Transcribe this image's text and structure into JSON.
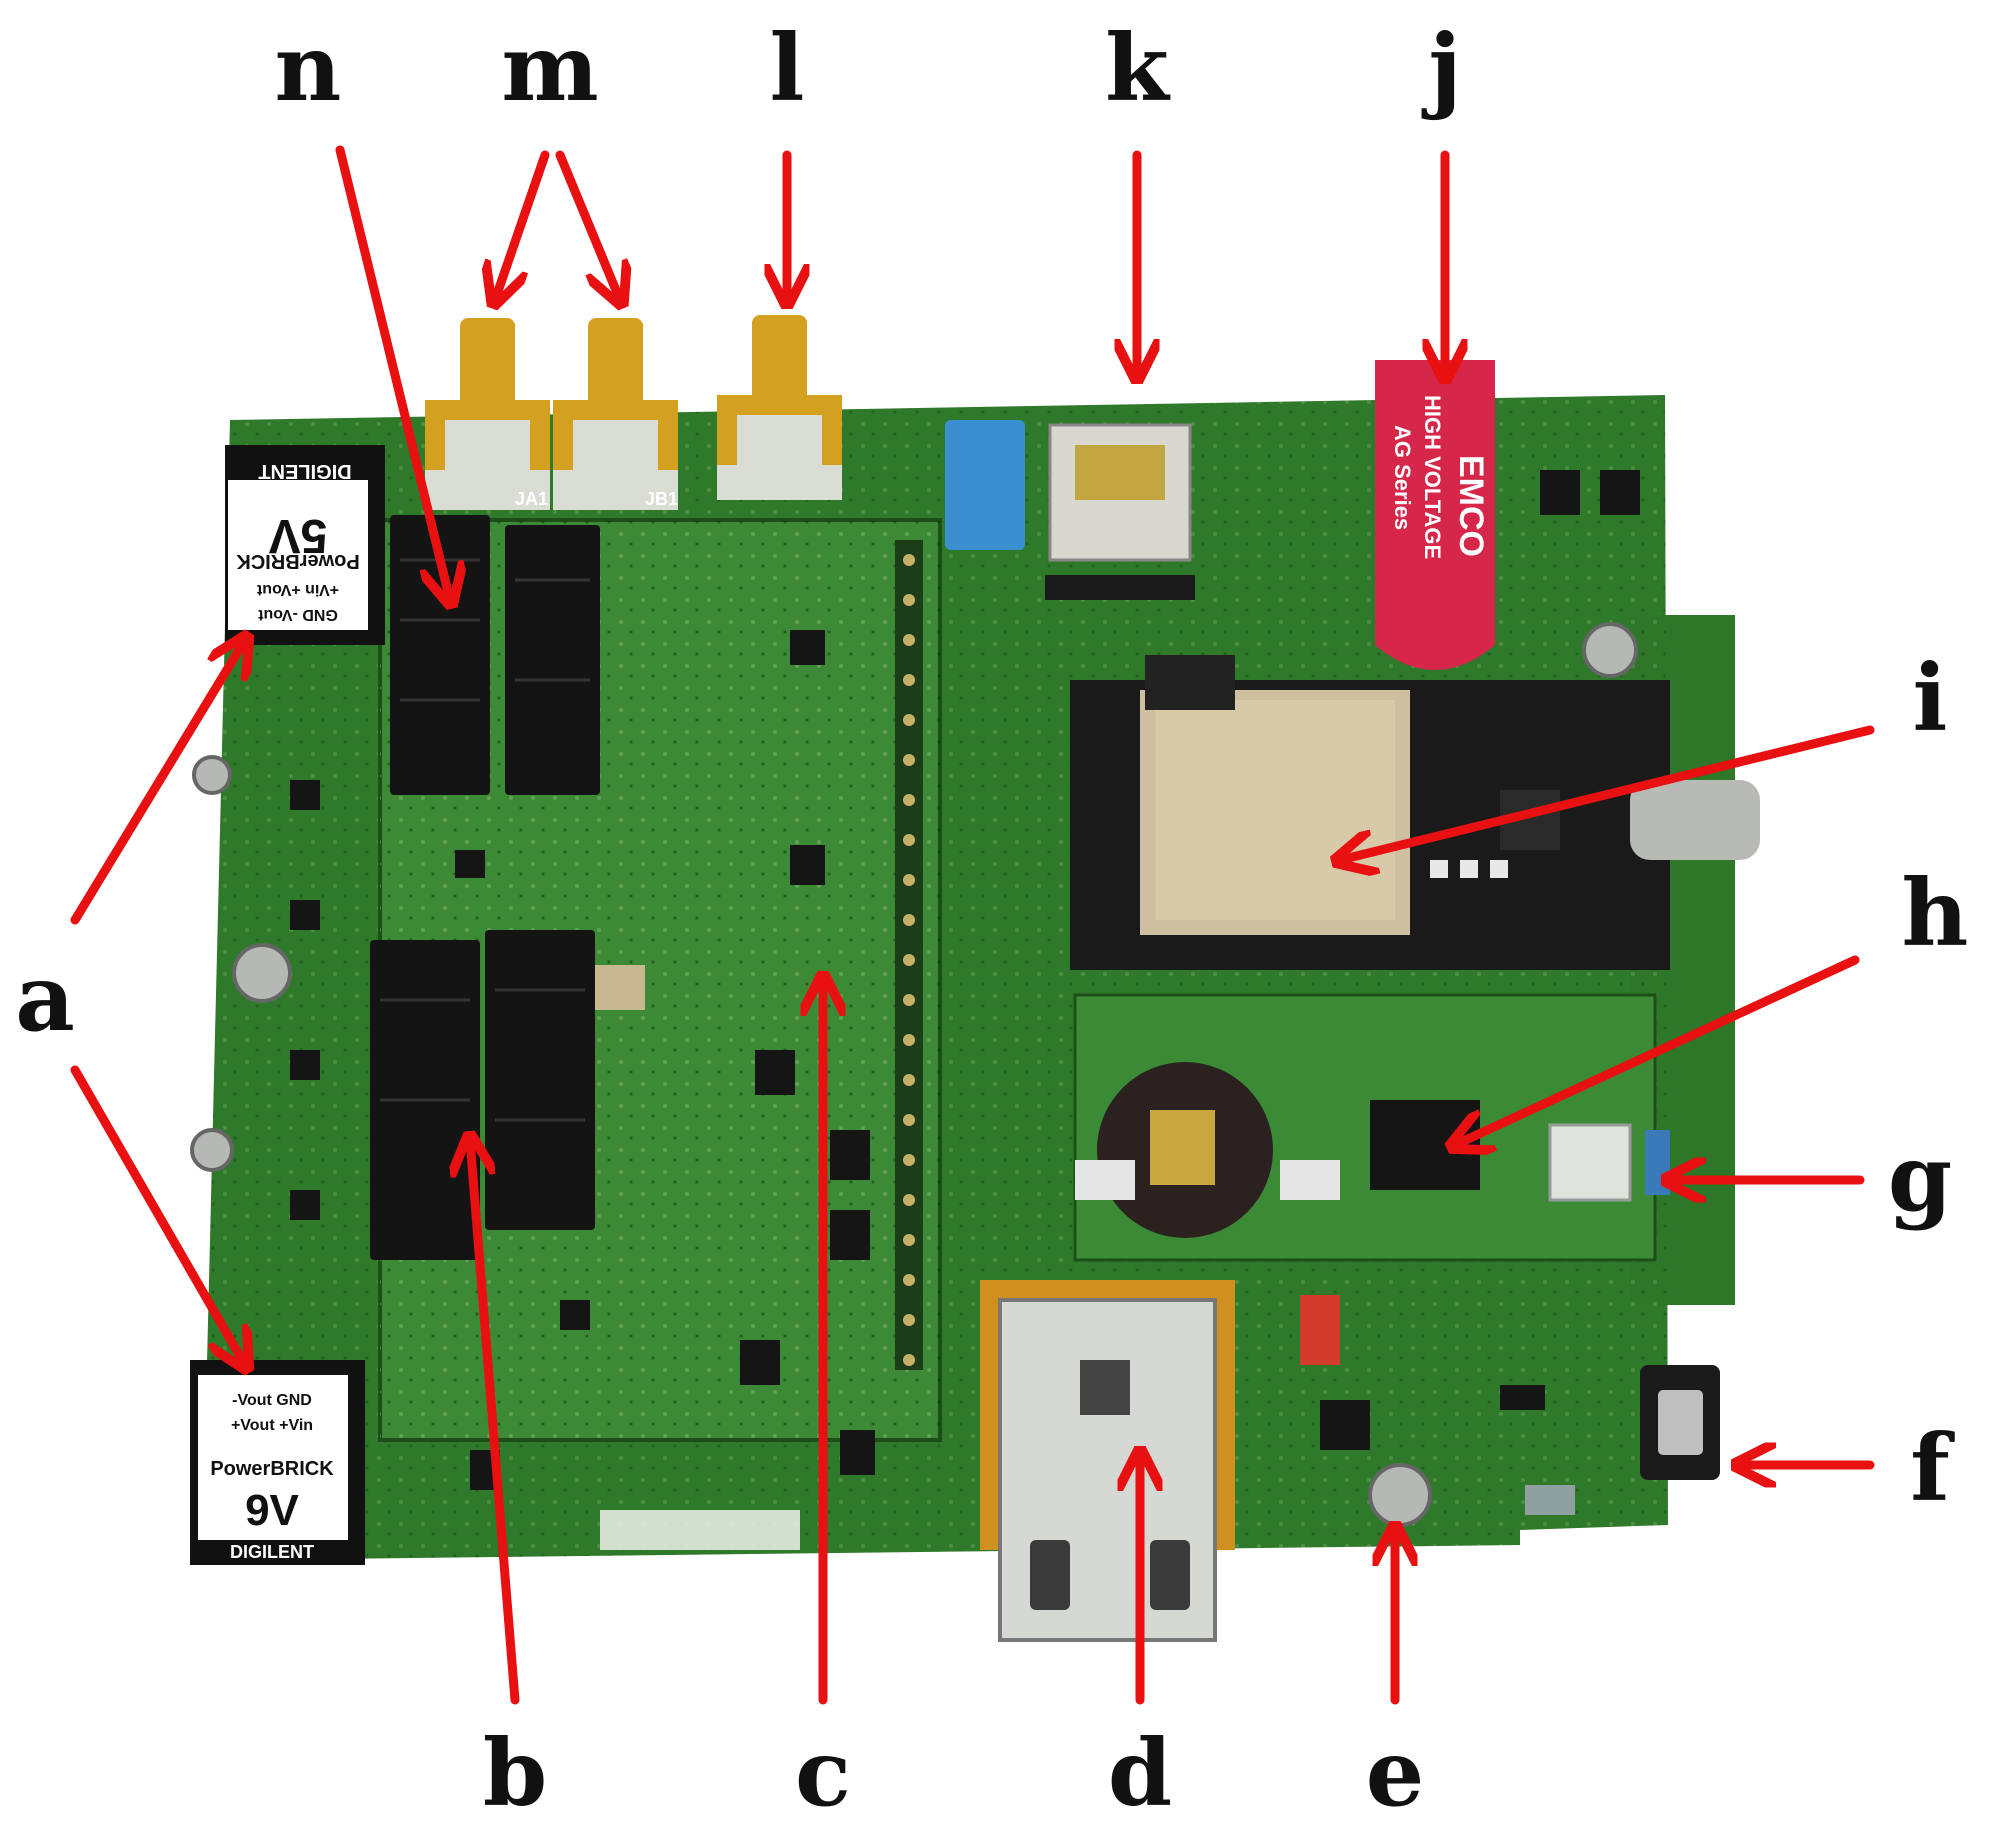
{
  "figure": {
    "labels": {
      "a": "a",
      "b": "b",
      "c": "c",
      "d": "d",
      "e": "e",
      "f": "f",
      "g": "g",
      "h": "h",
      "i": "i",
      "j": "j",
      "k": "k",
      "l": "l",
      "m": "m",
      "n": "n"
    },
    "silkscreen": {
      "power_top_brand": "DIGILENT",
      "power_top_voltage": "5V",
      "power_top_model": "PowerBRICK",
      "power_top_pins_1": "+Vin  +Vout",
      "power_top_pins_2": "GND  -Vout",
      "power_bot_brand": "DIGILENT",
      "power_bot_voltage": "9V",
      "power_bot_model": "PowerBRICK",
      "power_bot_pins_1": "-Vout  GND",
      "power_bot_pins_2": "+Vout  +Vin",
      "emco_brand": "EMCO",
      "emco_line1": "HIGH VOLTAGE",
      "emco_line2": "AG Series",
      "sma_ja1": "JA1",
      "sma_jb1": "JB1"
    },
    "colors": {
      "pcb": "#2f7a2a",
      "pcb_dark": "#1f5a1c",
      "arrow": "#e81010",
      "emco": "#d6264a",
      "sma": "#d4a020"
    }
  }
}
